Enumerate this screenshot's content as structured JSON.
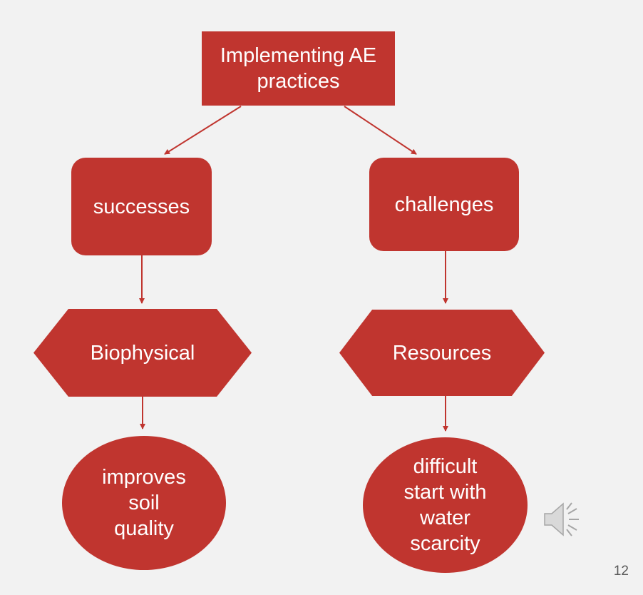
{
  "nodes": {
    "root": "Implementing AE\npractices",
    "successes": "successes",
    "challenges": "challenges",
    "biophysical": "Biophysical",
    "resources": "Resources",
    "improves": "improves\nsoil\nquality",
    "difficult": "difficult\nstart with\nwater\nscarcity"
  },
  "page_number": "12",
  "colors": {
    "node_fill": "#c0352f",
    "node_text": "#ffffff",
    "background": "#f2f2f2",
    "page_number": "#595959",
    "speaker_icon": "#a6a6a6"
  },
  "icons": {
    "audio": "speaker-icon"
  }
}
